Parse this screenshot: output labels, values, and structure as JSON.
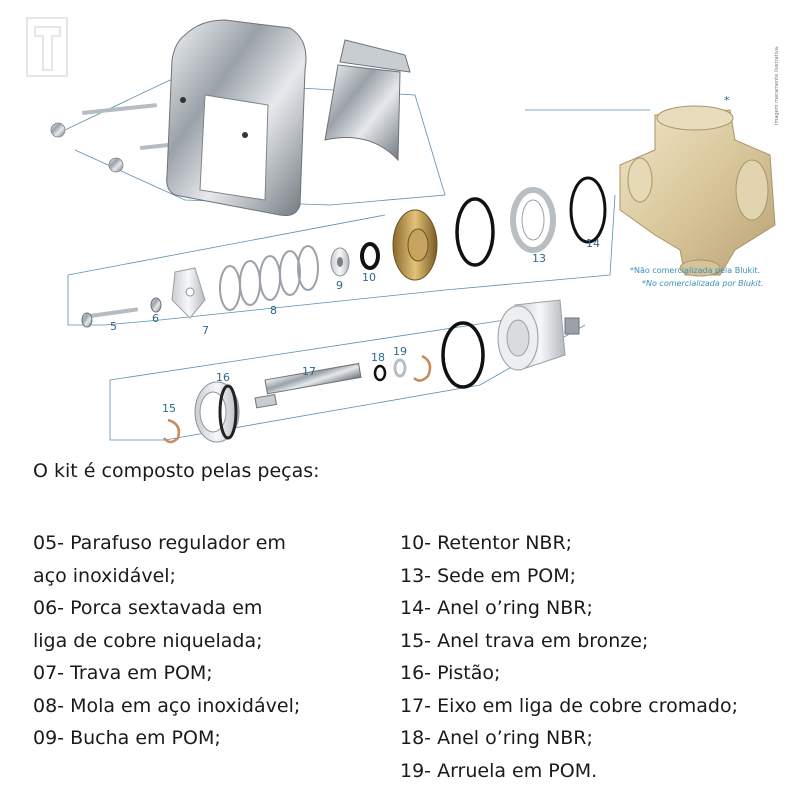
{
  "callouts": {
    "c5": "5",
    "c6": "6",
    "c7": "7",
    "c8": "8",
    "c9": "9",
    "c10": "10",
    "c13": "13",
    "c14": "14",
    "c15": "15",
    "c16": "16",
    "c17": "17",
    "c18": "18",
    "c19": "19"
  },
  "notes": {
    "star": "*",
    "pt": "*Não comercializada pela Blukit.",
    "es": "*No comercializada por Blukit.",
    "vertical": "Imagem meramente ilustrativa."
  },
  "heading": "O kit é composto pelas peças:",
  "left_items": [
    "05- Parafuso regulador em",
    "aço inoxidável;",
    "06- Porca sextavada em",
    "liga de cobre niquelada;",
    "07- Trava em POM;",
    "08- Mola em aço inoxidável;",
    "09- Bucha em POM;"
  ],
  "right_items": [
    "10- Retentor NBR;",
    "13- Sede em POM;",
    "14- Anel o’ring NBR;",
    "15- Anel trava em bronze;",
    "16- Pistão;",
    "17- Eixo em liga de cobre cromado;",
    "18- Anel o’ring NBR;",
    "19- Arruela em POM."
  ]
}
